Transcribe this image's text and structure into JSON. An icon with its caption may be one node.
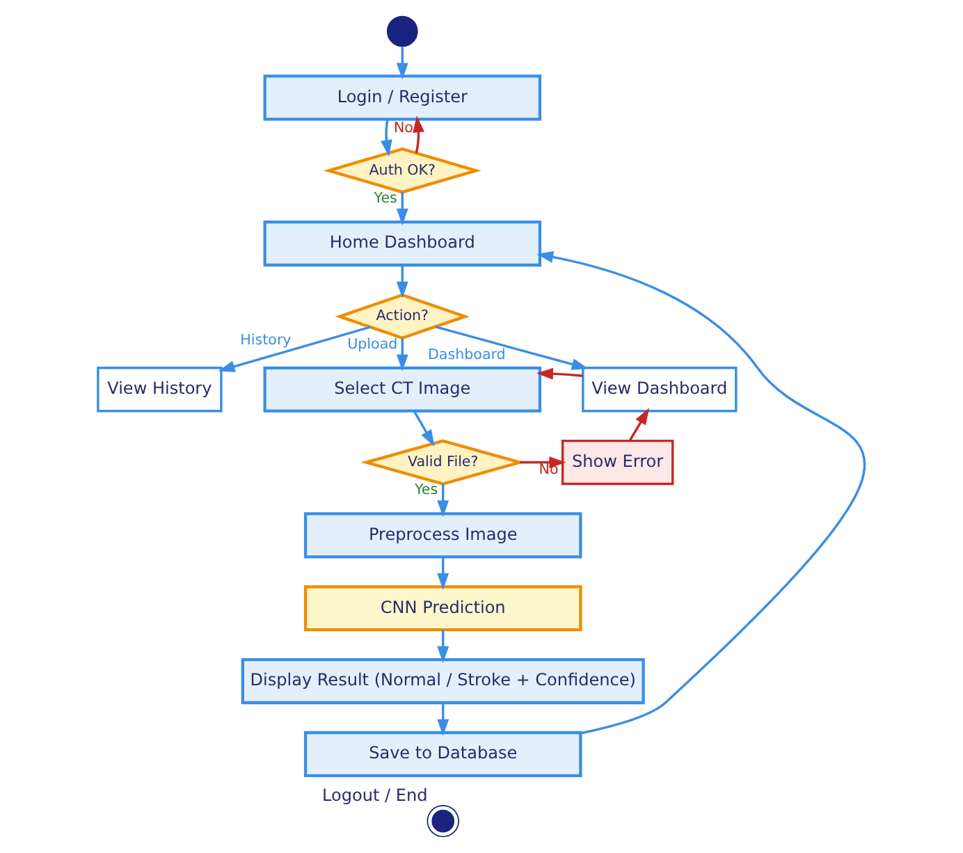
{
  "diagram": {
    "nodes": [
      {
        "text": [],
        "shape": "circle"
      },
      {
        "text": [
          "Login / Register"
        ]
      },
      {
        "text": [
          "Auth OK?"
        ]
      },
      {
        "text": [
          "Home Dashboard"
        ]
      },
      {
        "text": [
          "Action?"
        ]
      },
      {
        "text": [
          "View History"
        ]
      },
      {
        "text": [
          "Select CT Image"
        ]
      },
      {
        "text": [
          "View Dashboard"
        ]
      },
      {
        "text": [
          "Valid File?"
        ]
      },
      {
        "text": [
          "Show Error"
        ]
      },
      {
        "text": [
          "Preprocess Image"
        ]
      },
      {
        "text": [
          "CNN Prediction"
        ]
      },
      {
        "text": [
          "Display Result (Normal / Stroke + Confidence)"
        ]
      },
      {
        "text": [
          "Save to Database"
        ]
      },
      {
        "text": [
          "Logout / End"
        ]
      }
    ],
    "edges": [
      {
        "from": 0,
        "to": 1,
        "arrow": "to"
      },
      {
        "from": 1,
        "to": 2,
        "arrow": "to"
      },
      {
        "from": 2,
        "to": 1,
        "arrow": "to",
        "label": "No",
        "color": "#c62828"
      },
      {
        "from": 2,
        "to": 3,
        "arrow": "to",
        "label": "Yes"
      },
      {
        "from": 3,
        "to": 4,
        "arrow": "to"
      },
      {
        "from": 4,
        "to": 5,
        "arrow": "to",
        "label": "History"
      },
      {
        "from": 4,
        "to": 6,
        "arrow": "to",
        "label": "Upload"
      },
      {
        "from": 4,
        "to": 7,
        "arrow": "to",
        "label": "Dashboard"
      },
      {
        "from": 7,
        "to": 6,
        "arrow": "to",
        "color": "#c62828"
      },
      {
        "from": 6,
        "to": 8,
        "arrow": "to"
      },
      {
        "from": 8,
        "to": 9,
        "arrow": "to",
        "label": "No",
        "color": "#c62828"
      },
      {
        "from": 8,
        "to": 10,
        "arrow": "to",
        "label": "Yes"
      },
      {
        "from": 9,
        "to": 7,
        "arrow": "to",
        "color": "#c62828"
      },
      {
        "from": 10,
        "to": 11,
        "arrow": "to"
      },
      {
        "from": 11,
        "to": 12,
        "arrow": "to"
      },
      {
        "from": 12,
        "to": 13,
        "arrow": "to"
      },
      {
        "from": 13,
        "to": 3,
        "arrow": "to"
      }
    ]
  }
}
